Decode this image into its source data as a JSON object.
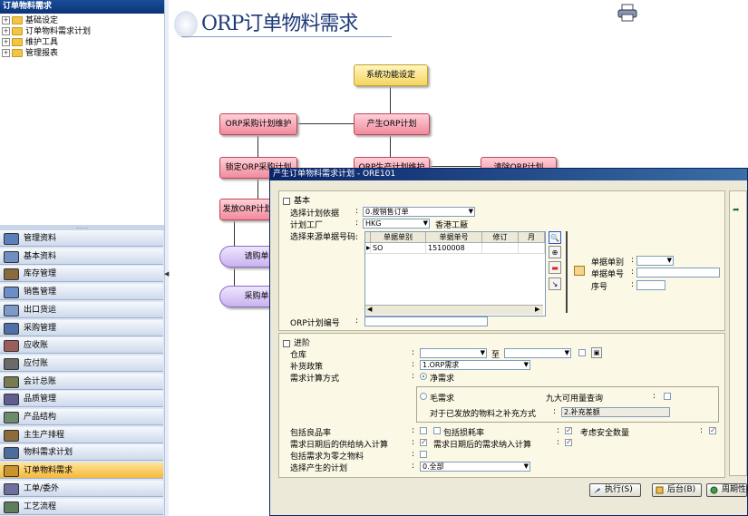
{
  "tree": {
    "title": "订单物料需求",
    "items": [
      {
        "label": "基础设定"
      },
      {
        "label": "订单物料需求计划"
      },
      {
        "label": "维护工具"
      },
      {
        "label": "管理报表"
      }
    ]
  },
  "nav": {
    "items": [
      {
        "label": "管理资料"
      },
      {
        "label": "基本资料"
      },
      {
        "label": "库存管理"
      },
      {
        "label": "销售管理"
      },
      {
        "label": "出口货运"
      },
      {
        "label": "采购管理"
      },
      {
        "label": "应收账"
      },
      {
        "label": "应付账"
      },
      {
        "label": "会计总账"
      },
      {
        "label": "品质管理"
      },
      {
        "label": "产品结构"
      },
      {
        "label": "主生产排程"
      },
      {
        "label": "物料需求计划"
      },
      {
        "label": "订单物料需求"
      },
      {
        "label": "工单/委外"
      },
      {
        "label": "工艺流程"
      }
    ],
    "active_index": 13
  },
  "flow": {
    "title": "ORP订单物料需求",
    "boxes": {
      "system": "系统功能设定",
      "gen": "产生ORP计划",
      "maint": "ORP采购计划维护",
      "lock": "锁定ORP采购计划",
      "gen_maint": "ORP生产计划维护",
      "clear": "清除ORP计划",
      "release": "发放ORP计划",
      "request": "请购单",
      "purchase": "采购单"
    }
  },
  "dialog": {
    "title": "产生订单物料需求计划 - ORE101",
    "basic": {
      "header": "基本",
      "plan_basis_label": "选择计划依据",
      "plan_basis_value": "0.按销售订单",
      "factory_label": "计划工厂",
      "factory_code": "HKG",
      "factory_name": "香港工厰",
      "source_label": "选择来源单据号码:",
      "grid_headers": [
        "单据单别",
        "单据单号",
        "修订",
        "月"
      ],
      "grid_rows": [
        [
          "SO",
          "15100008",
          "",
          ""
        ]
      ],
      "doc_type_label": "单据单别",
      "doc_no_label": "单据单号",
      "seq_label": "序号",
      "orp_no_label": "ORP计划编号"
    },
    "advanced": {
      "header": "进阶",
      "warehouse_label": "仓库",
      "to_label": "至",
      "replenish_label": "补货政策",
      "replenish_value": "1.ORP需求",
      "calc_label": "需求计算方式",
      "net_label": "净需求",
      "gross_label": "毛需求",
      "nine_label": "九大可用量查询",
      "issued_label": "对于已发放的物料之补充方式",
      "issued_value": "2.补充差额",
      "incl_good_label": "包括良品率",
      "incl_loss_label": "包括损耗率",
      "safety_label": "考虑安全数量",
      "supply_after_label": "需求日期后的供给纳入计算",
      "demand_after_label": "需求日期后的需求纳入计算",
      "zero_label": "包括需求为零之物料",
      "select_plan_label": "选择产生的计划",
      "select_plan_value": "0.全部"
    },
    "buttons": {
      "execute": "执行(S)",
      "background": "后台(B)",
      "periodic": "周期性("
    }
  },
  "colors": {
    "accent": "#0a246a",
    "flow_red": "#f08a9c",
    "flow_yellow": "#f4d560",
    "flow_purple": "#c9b2ef",
    "nav_active": "#f6b83b"
  }
}
